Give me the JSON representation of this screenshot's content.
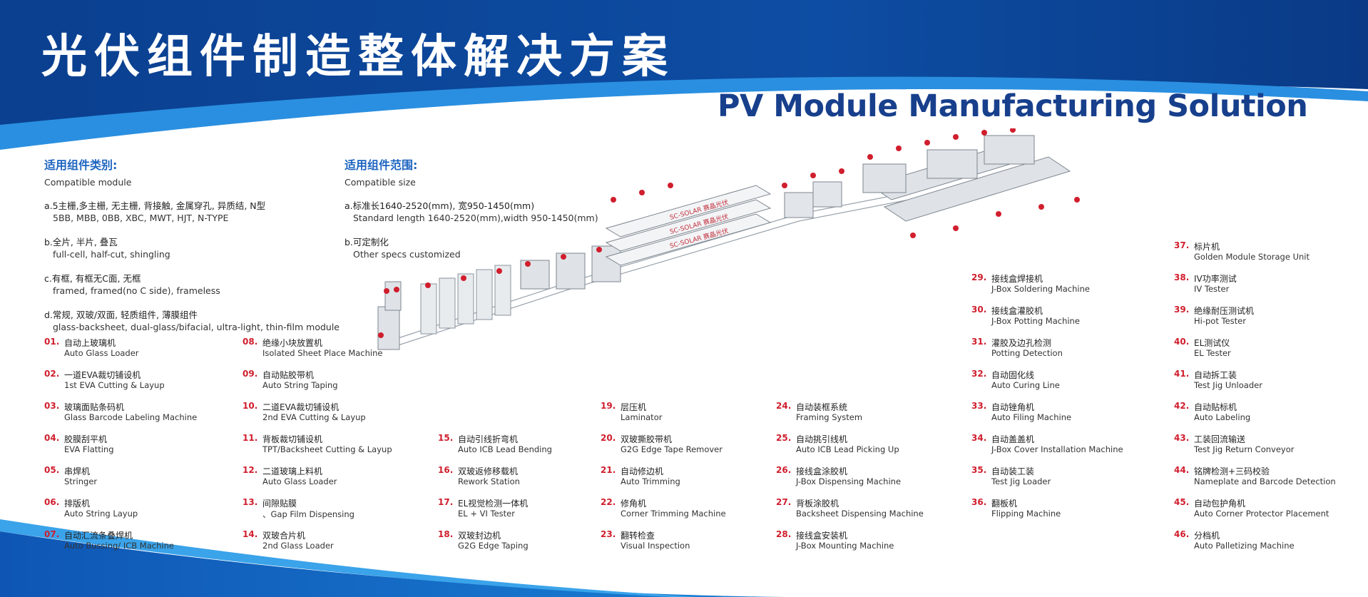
{
  "header": {
    "title_cn": "光伏组件制造整体解决方案",
    "title_en": "PV Module Manufacturing Solution"
  },
  "module_types": {
    "title": "适用组件类别:",
    "subtitle": "Compatible module",
    "items": [
      {
        "cn": "a.5主栅,多主栅, 无主栅, 背接触, 金属穿孔, 异质结, N型",
        "en": "5BB, MBB, 0BB, XBC, MWT, HJT, N-TYPE"
      },
      {
        "cn": "b.全片, 半片, 叠瓦",
        "en": "full-cell, half-cut, shingling"
      },
      {
        "cn": "c.有框, 有框无C面, 无框",
        "en": "framed, framed(no C side), frameless"
      },
      {
        "cn": "d.常规, 双玻/双面, 轻质组件, 薄膜组件",
        "en": "glass-backsheet, dual-glass/bifacial, ultra-light, thin-film module"
      }
    ]
  },
  "module_range": {
    "title": "适用组件范围:",
    "subtitle": "Compatible size",
    "items": [
      {
        "cn": "a.标准长1640-2520(mm), 宽950-1450(mm)",
        "en": "Standard length 1640-2520(mm),width 950-1450(mm)"
      },
      {
        "cn": "b.可定制化",
        "en": "Other specs customized"
      }
    ]
  },
  "machine_brand": "SC-SOLAR 赛晶光伏",
  "machines": [
    {
      "num": "01.",
      "cn": "自动上玻璃机",
      "en": "Auto Glass Loader"
    },
    {
      "num": "02.",
      "cn": "一道EVA裁切铺设机",
      "en": "1st EVA Cutting & Layup"
    },
    {
      "num": "03.",
      "cn": "玻璃面贴条码机",
      "en": "Glass Barcode Labeling Machine"
    },
    {
      "num": "04.",
      "cn": "胶膜刮平机",
      "en": "EVA Flatting"
    },
    {
      "num": "05.",
      "cn": "串焊机",
      "en": "Stringer"
    },
    {
      "num": "06.",
      "cn": "排版机",
      "en": "Auto String Layup"
    },
    {
      "num": "07.",
      "cn": "自动汇流条叠焊机",
      "en": "Auto Bussing/ ICB Machine"
    },
    {
      "num": "08.",
      "cn": "绝缘小块放置机",
      "en": "Isolated Sheet Place Machine"
    },
    {
      "num": "09.",
      "cn": "自动贴胶带机",
      "en": "Auto String Taping"
    },
    {
      "num": "10.",
      "cn": "二道EVA裁切铺设机",
      "en": "2nd EVA Cutting & Layup"
    },
    {
      "num": "11.",
      "cn": "背板裁切铺设机",
      "en": "TPT/Backsheet Cutting & Layup"
    },
    {
      "num": "12.",
      "cn": "二道玻璃上料机",
      "en": "Auto Glass Loader"
    },
    {
      "num": "13.",
      "cn": "间隙贴膜",
      "en": "、Gap Film Dispensing"
    },
    {
      "num": "14.",
      "cn": "双玻合片机",
      "en": "2nd Glass Loader"
    },
    {
      "num": "15.",
      "cn": "自动引线折弯机",
      "en": "Auto ICB Lead Bending"
    },
    {
      "num": "16.",
      "cn": "双玻返修移载机",
      "en": "Rework Station"
    },
    {
      "num": "17.",
      "cn": "EL视觉检测一体机",
      "en": "EL + VI Tester"
    },
    {
      "num": "18.",
      "cn": "双玻封边机",
      "en": "G2G Edge Taping"
    },
    {
      "num": "19.",
      "cn": "层压机",
      "en": "Laminator"
    },
    {
      "num": "20.",
      "cn": "双玻撕胶带机",
      "en": "G2G Edge Tape Remover"
    },
    {
      "num": "21.",
      "cn": "自动修边机",
      "en": "Auto Trimming"
    },
    {
      "num": "22.",
      "cn": "修角机",
      "en": "Corner Trimming Machine"
    },
    {
      "num": "23.",
      "cn": "翻转检查",
      "en": "Visual Inspection"
    },
    {
      "num": "24.",
      "cn": "自动装框系统",
      "en": "Framing System"
    },
    {
      "num": "25.",
      "cn": "自动挑引线机",
      "en": "Auto ICB Lead Picking Up"
    },
    {
      "num": "26.",
      "cn": "接线盒涂胶机",
      "en": "J-Box Dispensing Machine"
    },
    {
      "num": "27.",
      "cn": "背板涂胶机",
      "en": "Backsheet Dispensing Machine"
    },
    {
      "num": "28.",
      "cn": "接线盒安装机",
      "en": "J-Box Mounting Machine"
    },
    {
      "num": "29.",
      "cn": "接线盒焊接机",
      "en": "J-Box Soldering Machine"
    },
    {
      "num": "30.",
      "cn": "接线盒灌胶机",
      "en": "J-Box Potting Machine"
    },
    {
      "num": "31.",
      "cn": "灌胶及边孔检测",
      "en": "Potting Detection"
    },
    {
      "num": "32.",
      "cn": "自动固化线",
      "en": "Auto Curing Line"
    },
    {
      "num": "33.",
      "cn": "自动锉角机",
      "en": "Auto Filing Machine"
    },
    {
      "num": "34.",
      "cn": "自动盖盖机",
      "en": "J-Box Cover Installation Machine"
    },
    {
      "num": "35.",
      "cn": "自动装工装",
      "en": "Test Jig Loader"
    },
    {
      "num": "36.",
      "cn": "翻板机",
      "en": "Flipping Machine"
    },
    {
      "num": "37.",
      "cn": "标片机",
      "en": "Golden Module Storage Unit"
    },
    {
      "num": "38.",
      "cn": "IV功率测试",
      "en": "IV Tester"
    },
    {
      "num": "39.",
      "cn": "绝缘耐压测试机",
      "en": "Hi-pot Tester"
    },
    {
      "num": "40.",
      "cn": "EL测试仪",
      "en": "EL Tester"
    },
    {
      "num": "41.",
      "cn": "自动拆工装",
      "en": "Test Jig Unloader"
    },
    {
      "num": "42.",
      "cn": "自动贴标机",
      "en": "Auto Labeling"
    },
    {
      "num": "43.",
      "cn": "工装回流输送",
      "en": "Test Jig Return Conveyor"
    },
    {
      "num": "44.",
      "cn": "铭牌检测+三码校验",
      "en": "Nameplate and Barcode Detection"
    },
    {
      "num": "45.",
      "cn": "自动包护角机",
      "en": "Auto Corner Protector Placement"
    },
    {
      "num": "46.",
      "cn": "分档机",
      "en": "Auto Palletizing Machine"
    }
  ]
}
